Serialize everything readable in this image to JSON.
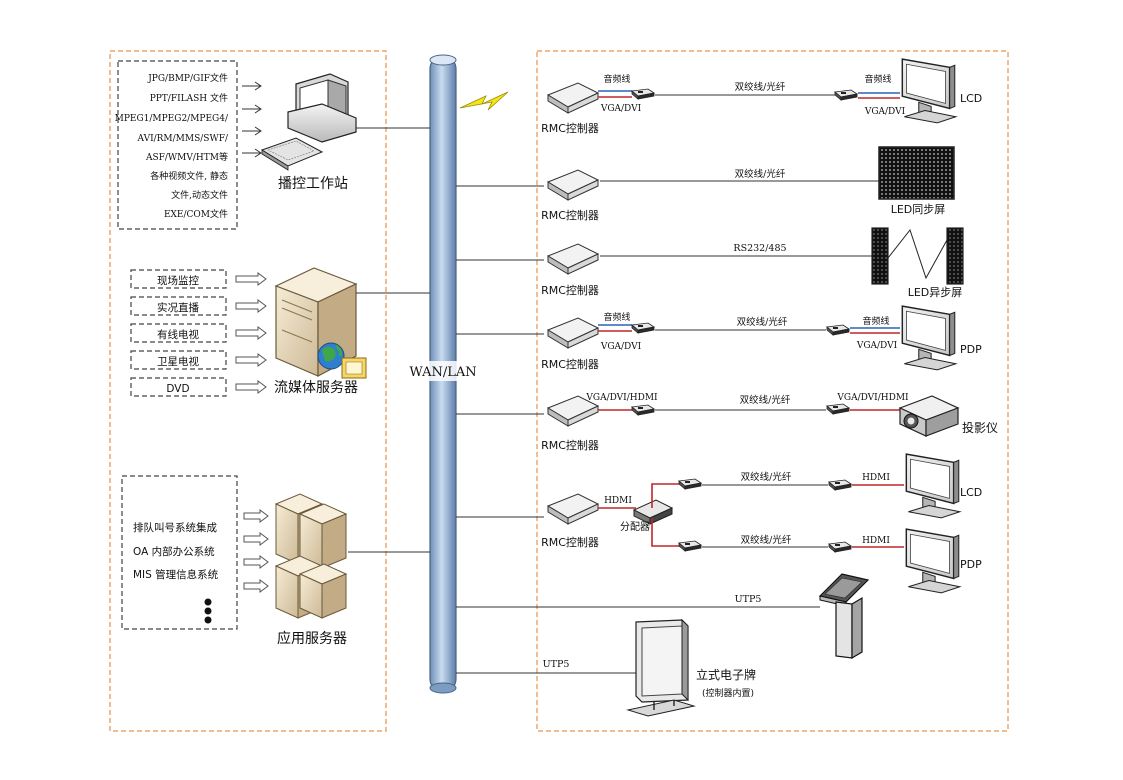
{
  "backbone_label": "WAN/LAN",
  "left": {
    "workstation": {
      "label": "播控工作站",
      "files": [
        "JPG/BMP/GIF文件",
        "PPT/FILASH 文件",
        "MPEG1/MPEG2/MPEG4/",
        "AVI/RM/MMS/SWF/",
        "ASF/WMV/HTM等",
        "各种视频文件, 静态",
        "文件,动态文件",
        "EXE/COM文件"
      ]
    },
    "media_server": {
      "label": "流媒体服务器",
      "sources": [
        "现场监控",
        "实况直播",
        "有线电视",
        "卫星电视",
        "DVD"
      ]
    },
    "app_server": {
      "label": "应用服务器",
      "systems": [
        "排队叫号系统集成",
        "OA 内部办公系统",
        "MIS 管理信息系统"
      ]
    }
  },
  "controller_label": "RMC控制器",
  "rows": [
    {
      "top": "音频线",
      "bottom": "VGA/DVI",
      "link": "双绞线/光纤",
      "end_top": "音频线",
      "end_bottom": "VGA/DVI",
      "device": "LCD"
    },
    {
      "link": "双绞线/光纤",
      "device": "LED同步屏"
    },
    {
      "link": "RS232/485",
      "device": "LED异步屏"
    },
    {
      "top": "音频线",
      "bottom": "VGA/DVI",
      "link": "双绞线/光纤",
      "end_top": "音频线",
      "end_bottom": "VGA/DVI",
      "device": "PDP"
    },
    {
      "top": "VGA/DVI/HDMI",
      "link": "双绞线/光纤",
      "end_top": "VGA/DVI/HDMI",
      "device": "投影仪"
    },
    {
      "hdmi": "HDMI",
      "splitter": "分配器",
      "link1": "双绞线/光纤",
      "end1": "HDMI",
      "device1": "LCD",
      "link2": "双绞线/光纤",
      "end2": "HDMI",
      "device2": "PDP"
    }
  ],
  "kiosk": {
    "link": "UTP5"
  },
  "sign": {
    "link": "UTP5",
    "label": "立式电子牌",
    "sublabel": "(控制器内置)"
  }
}
